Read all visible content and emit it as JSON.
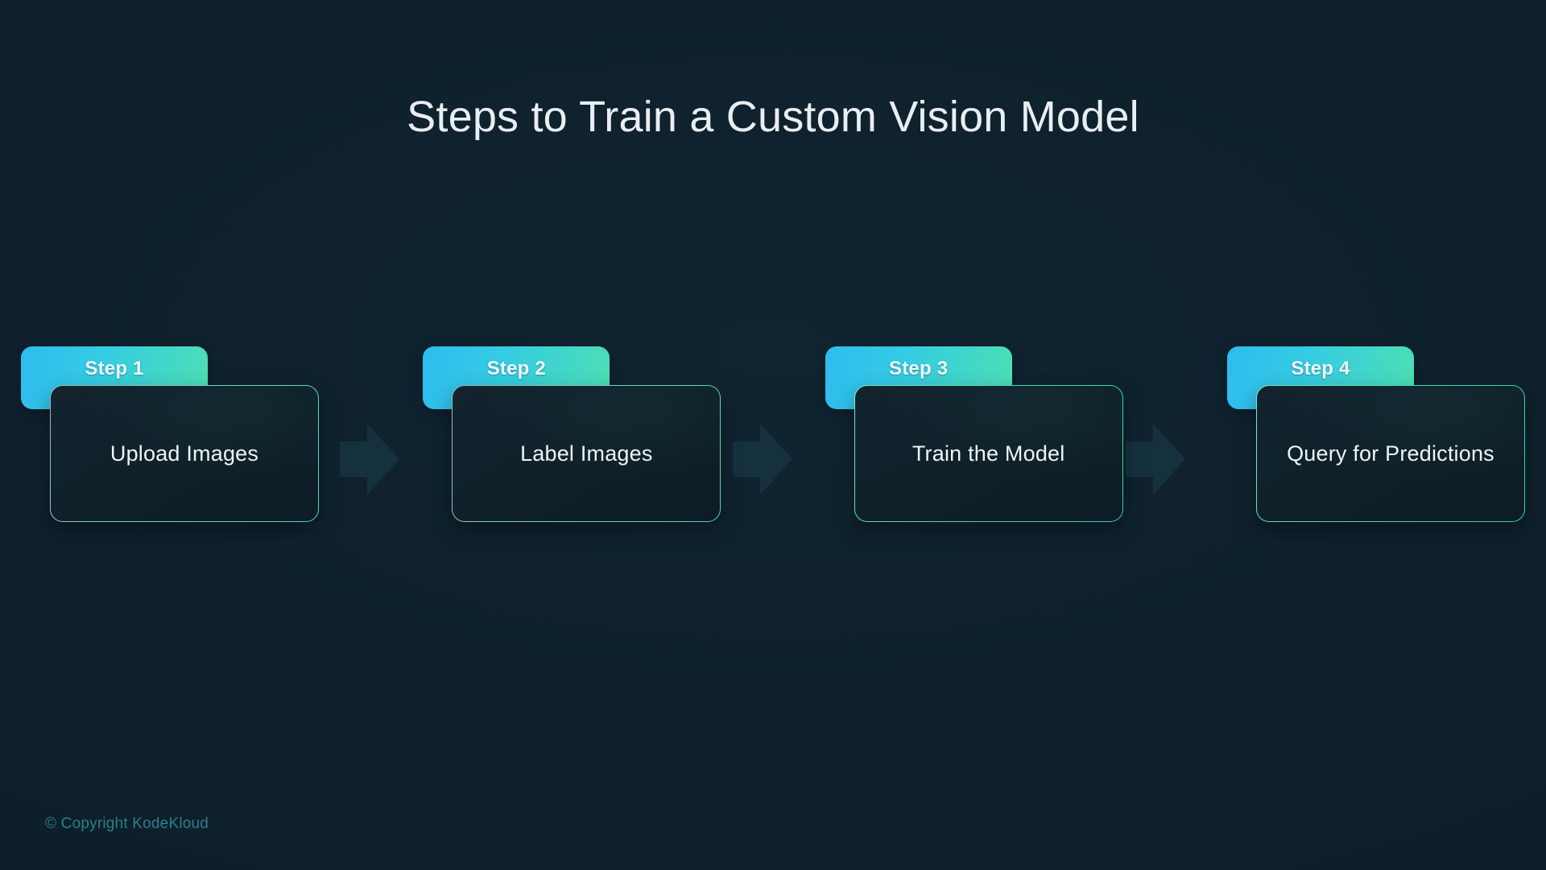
{
  "slide": {
    "title": "Steps to Train a Custom Vision Model",
    "background_color": "#0d1f2a"
  },
  "theme": {
    "badge_gradient_start": "#2ebcef",
    "badge_gradient_end": "#4ddfb4",
    "card_background": "#11222c",
    "card_border_accent": "#3edcb4",
    "title_color": "#e9eef3",
    "body_text_color": "#f0f4f7",
    "footer_color": "#2d7e8d",
    "arrow_color": "#16303d"
  },
  "steps": [
    {
      "badge": "Step 1",
      "label": "Upload Images",
      "border_style": "dim"
    },
    {
      "badge": "Step 2",
      "label": "Label Images",
      "border_style": "dim"
    },
    {
      "badge": "Step 3",
      "label": "Train the Model",
      "border_style": "bright"
    },
    {
      "badge": "Step 4",
      "label": "Query for Predictions",
      "border_style": "bright"
    }
  ],
  "arrows": [
    {
      "name": "arrow-step1-to-step2"
    },
    {
      "name": "arrow-step2-to-step3"
    },
    {
      "name": "arrow-step3-to-step4"
    }
  ],
  "footer": {
    "copyright": "© Copyright KodeKloud"
  }
}
